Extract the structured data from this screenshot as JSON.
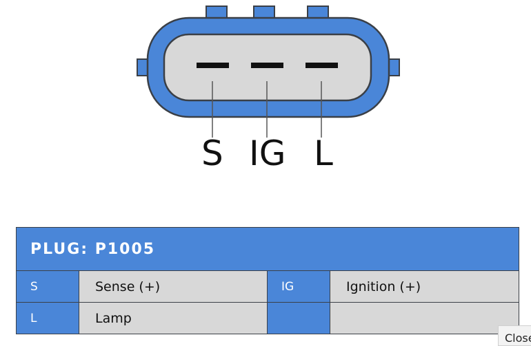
{
  "colors": {
    "connector_blue": "#4a86d8",
    "connector_face": "#d8d8d8",
    "outline": "#3a3f46"
  },
  "pins": [
    {
      "code": "S"
    },
    {
      "code": "IG"
    },
    {
      "code": "L"
    }
  ],
  "table": {
    "header": "PLUG: P1005",
    "rows": [
      {
        "code1": "S",
        "desc1": "Sense (+)",
        "code2": "IG",
        "desc2": "Ignition (+)"
      },
      {
        "code1": "L",
        "desc1": "Lamp",
        "code2": "",
        "desc2": ""
      }
    ]
  },
  "close_label": "Close"
}
